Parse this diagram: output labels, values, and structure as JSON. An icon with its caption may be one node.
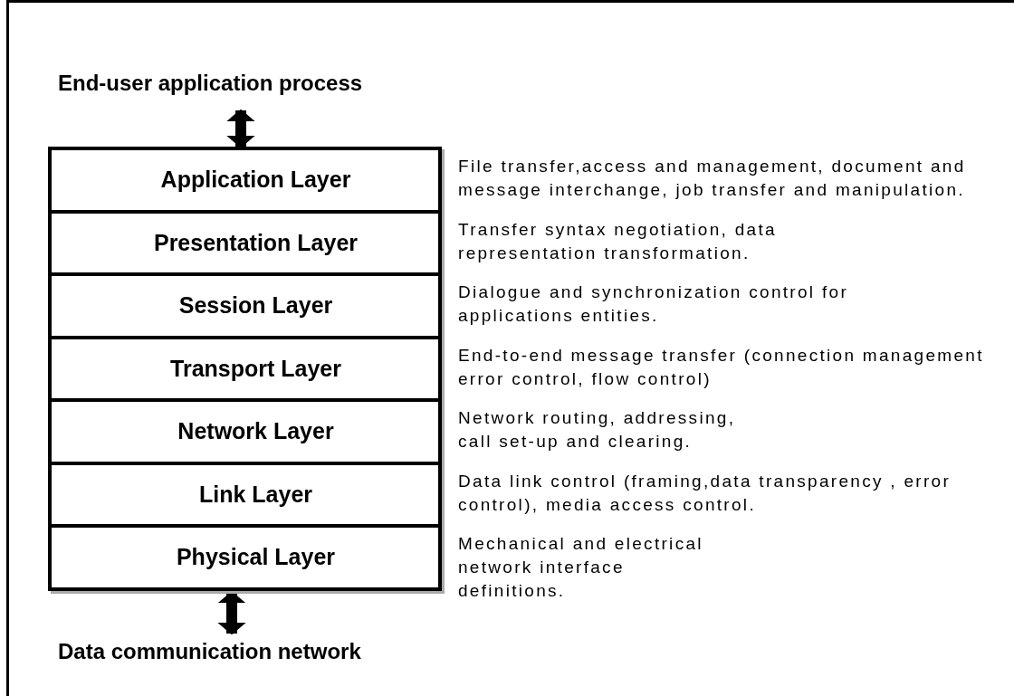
{
  "diagram": {
    "nodes": [
      {
        "text": [
          "End-user application process"
        ]
      },
      {
        "text": [
          "Application Layer"
        ],
        "beside": [
          "File transfer,access and management, document and message interchange, job transfer and manipulation."
        ]
      },
      {
        "text": [
          "Presentation Layer"
        ],
        "beside": [
          "Transfer syntax negotiation, data representation transformation."
        ]
      },
      {
        "text": [
          "Session Layer"
        ],
        "beside": [
          "Dialogue and synchronization control for applications entities."
        ]
      },
      {
        "text": [
          "Transport Layer"
        ],
        "beside": [
          "End-to-end message transfer (connection management error control, flow control)"
        ]
      },
      {
        "text": [
          "Network Layer"
        ],
        "beside": [
          "Network routing, addressing, call set-up and clearing."
        ]
      },
      {
        "text": [
          "Link Layer"
        ],
        "beside": [
          "Data link control (framing,data transparency , error control), media access control."
        ]
      },
      {
        "text": [
          "Physical Layer"
        ],
        "beside": [
          "Mechanical and electrical network interface definitions."
        ]
      },
      {
        "text": [
          "Data communication network"
        ]
      }
    ],
    "edges": [
      {
        "from": 0,
        "to": 1,
        "arrow": "both"
      },
      {
        "from": 7,
        "to": 8,
        "arrow": "both"
      }
    ]
  }
}
